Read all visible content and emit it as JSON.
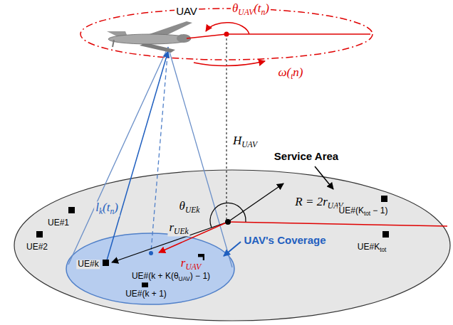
{
  "diagram": {
    "labels": [
      "UAV",
      "θUAV(tn)",
      "ω(tn)",
      "HUAV",
      "Service Area",
      "R = 2rUAV",
      "lk(tn)",
      "θUEk",
      "rUEk",
      "rUAV",
      "UAV's Coverage",
      "UE#1",
      "UE#2",
      "UE#k",
      "UE#(k + K(θUAV) − 1)",
      "UE#(k + 1)",
      "UE#(Ktot − 1)",
      "UE#Ktot"
    ]
  }
}
